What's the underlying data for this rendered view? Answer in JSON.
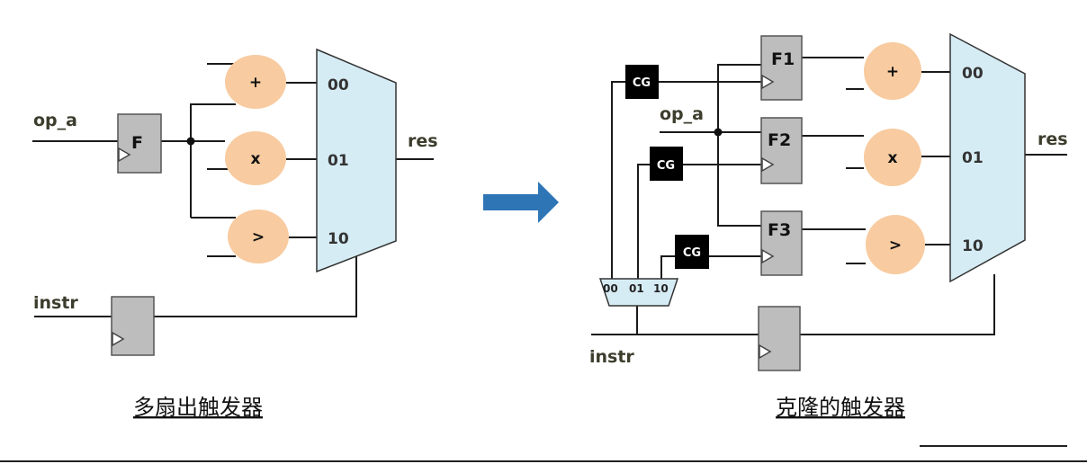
{
  "left_diagram": {
    "input_label": "op_a",
    "ff_label": "F",
    "ops": [
      "+",
      "x",
      ">"
    ],
    "mux_inputs": [
      "00",
      "01",
      "10"
    ],
    "output_label": "res",
    "select_label": "instr",
    "caption": "多扇出触发器"
  },
  "arrow": {
    "color": "#2e75b6"
  },
  "right_diagram": {
    "input_label": "op_a",
    "ff_labels": [
      "F1",
      "F2",
      "F3"
    ],
    "cg_labels": [
      "CG",
      "CG",
      "CG"
    ],
    "ops": [
      "+",
      "x",
      ">"
    ],
    "mux_inputs": [
      "00",
      "01",
      "10"
    ],
    "decoder_inputs": [
      "00",
      "01",
      "10"
    ],
    "output_label": "res",
    "select_label": "instr",
    "caption": "克隆的触发器"
  },
  "colors": {
    "operator_fill": "#f8cba0",
    "mux_fill": "#d6ecf4",
    "flipflop_fill": "#bdbdbd",
    "clock_gate_fill": "#000000"
  }
}
